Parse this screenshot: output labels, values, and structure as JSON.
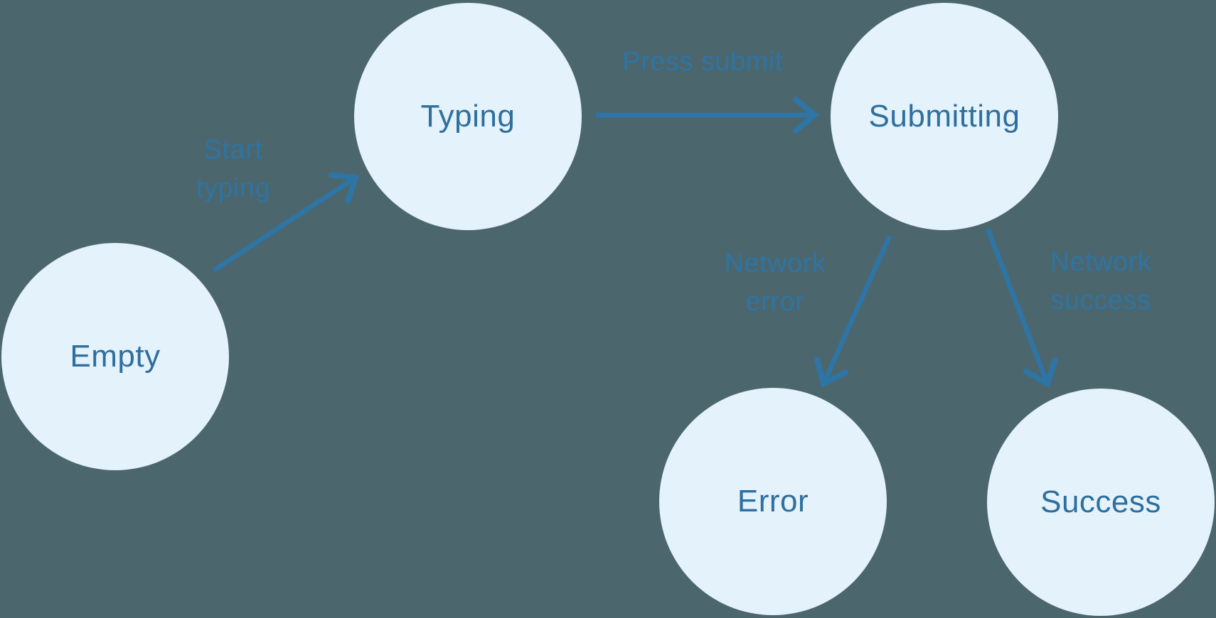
{
  "diagram": {
    "type": "state-machine",
    "colors": {
      "background": "#4C666D",
      "node_fill": "#E4F2FC",
      "node_text": "#2E6F9E",
      "edge_stroke": "#2E74A4",
      "edge_label_text": "#2E74A3"
    },
    "nodes": [
      {
        "id": "empty",
        "label": "Empty"
      },
      {
        "id": "typing",
        "label": "Typing"
      },
      {
        "id": "submitting",
        "label": "Submitting"
      },
      {
        "id": "error",
        "label": "Error"
      },
      {
        "id": "success",
        "label": "Success"
      }
    ],
    "edges": [
      {
        "from": "empty",
        "to": "typing",
        "label": "Start typing",
        "label_lines": [
          "Start",
          "typing"
        ]
      },
      {
        "from": "typing",
        "to": "submitting",
        "label": "Press submit",
        "label_lines": [
          "Press submit"
        ]
      },
      {
        "from": "submitting",
        "to": "error",
        "label": "Network error",
        "label_lines": [
          "Network",
          "error"
        ]
      },
      {
        "from": "submitting",
        "to": "success",
        "label": "Network success",
        "label_lines": [
          "Network",
          "success"
        ]
      }
    ]
  }
}
